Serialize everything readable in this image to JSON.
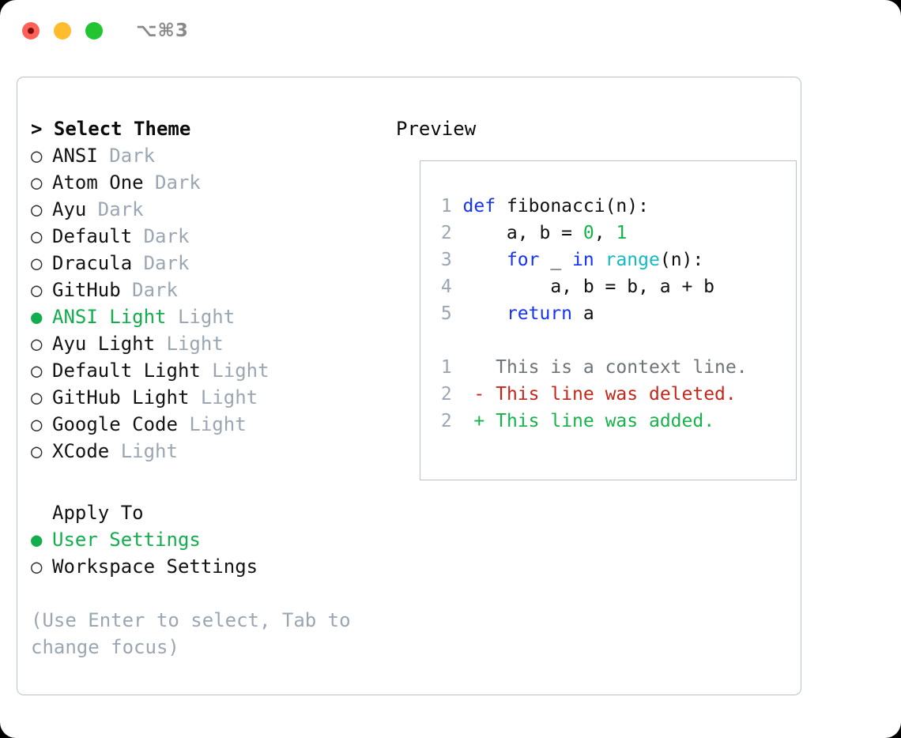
{
  "titlebar": {
    "shortcut": "⌥⌘3",
    "lights": [
      {
        "name": "close-button",
        "color": "#ff6159"
      },
      {
        "name": "minimize-button",
        "color": "#ffbd2e"
      },
      {
        "name": "maximize-button",
        "color": "#22c431"
      }
    ]
  },
  "colors": {
    "accent_green": "#12ae4e",
    "muted_gray": "#9aa6b2",
    "keyword_blue": "#1433f5",
    "builtin_cyan": "#13b9c4",
    "number_green": "#16b24a",
    "diff_delete_red": "#c2271a",
    "diff_add_green": "#16b24a",
    "border": "#b9c2cc"
  },
  "left": {
    "heading": "> Select Theme",
    "themes": [
      {
        "marker": "○",
        "selected": false,
        "name": "ANSI",
        "suffix": "Dark"
      },
      {
        "marker": "○",
        "selected": false,
        "name": "Atom One",
        "suffix": "Dark"
      },
      {
        "marker": "○",
        "selected": false,
        "name": "Ayu",
        "suffix": "Dark"
      },
      {
        "marker": "○",
        "selected": false,
        "name": "Default",
        "suffix": "Dark"
      },
      {
        "marker": "○",
        "selected": false,
        "name": "Dracula",
        "suffix": "Dark"
      },
      {
        "marker": "○",
        "selected": false,
        "name": "GitHub",
        "suffix": "Dark"
      },
      {
        "marker": "●",
        "selected": true,
        "name": "ANSI Light",
        "suffix": "Light"
      },
      {
        "marker": "○",
        "selected": false,
        "name": "Ayu Light",
        "suffix": "Light"
      },
      {
        "marker": "○",
        "selected": false,
        "name": "Default Light",
        "suffix": "Light"
      },
      {
        "marker": "○",
        "selected": false,
        "name": "GitHub Light",
        "suffix": "Light"
      },
      {
        "marker": "○",
        "selected": false,
        "name": "Google Code",
        "suffix": "Light"
      },
      {
        "marker": "○",
        "selected": false,
        "name": "XCode",
        "suffix": "Light"
      }
    ],
    "apply_to_heading": "Apply To",
    "apply_to": [
      {
        "marker": "●",
        "selected": true,
        "name": "User Settings"
      },
      {
        "marker": "○",
        "selected": false,
        "name": "Workspace Settings"
      }
    ],
    "hint": "(Use Enter to select, Tab to change focus)"
  },
  "right": {
    "heading": "Preview",
    "code_lines": [
      {
        "num": "1",
        "tokens": [
          {
            "t": "def",
            "c": "kw"
          },
          {
            "t": " fibonacci(n):",
            "c": "plain"
          }
        ]
      },
      {
        "num": "2",
        "tokens": [
          {
            "t": "    a, b = ",
            "c": "plain"
          },
          {
            "t": "0",
            "c": "num"
          },
          {
            "t": ", ",
            "c": "plain"
          },
          {
            "t": "1",
            "c": "num"
          }
        ]
      },
      {
        "num": "3",
        "tokens": [
          {
            "t": "    ",
            "c": "plain"
          },
          {
            "t": "for",
            "c": "kw"
          },
          {
            "t": " _ ",
            "c": "plain"
          },
          {
            "t": "in",
            "c": "kw"
          },
          {
            "t": " ",
            "c": "plain"
          },
          {
            "t": "range",
            "c": "bi"
          },
          {
            "t": "(n):",
            "c": "plain"
          }
        ]
      },
      {
        "num": "4",
        "tokens": [
          {
            "t": "        a, b = b, a + b",
            "c": "plain"
          }
        ]
      },
      {
        "num": "5",
        "tokens": [
          {
            "t": "    ",
            "c": "plain"
          },
          {
            "t": "return",
            "c": "kw"
          },
          {
            "t": " a",
            "c": "plain"
          }
        ]
      }
    ],
    "diff_lines": [
      {
        "num": "1",
        "marker": " ",
        "text": "This is a context line.",
        "kind": "ctx"
      },
      {
        "num": "2",
        "marker": "-",
        "text": "This line was deleted.",
        "kind": "del"
      },
      {
        "num": "2",
        "marker": "+",
        "text": "This line was added.",
        "kind": "add"
      }
    ]
  }
}
